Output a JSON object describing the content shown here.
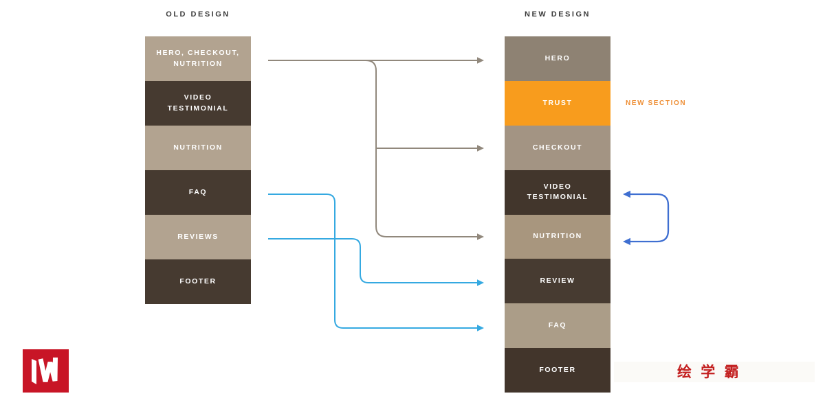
{
  "old_design": {
    "title": "OLD DESIGN",
    "blocks": [
      {
        "label": "HERO, CHECKOUT, NUTRITION",
        "bg": "#b2a390"
      },
      {
        "label": "VIDEO TESTIMONIAL",
        "bg": "#463a30"
      },
      {
        "label": "NUTRITION",
        "bg": "#b2a390"
      },
      {
        "label": "FAQ",
        "bg": "#463a30"
      },
      {
        "label": "REVIEWS",
        "bg": "#b2a390"
      },
      {
        "label": "FOOTER",
        "bg": "#463a30"
      }
    ]
  },
  "new_design": {
    "title": "NEW DESIGN",
    "annotation": "NEW SECTION",
    "blocks": [
      {
        "label": "HERO",
        "bg": "#8e8273"
      },
      {
        "label": "TRUST",
        "bg": "#f89c1d"
      },
      {
        "label": "CHECKOUT",
        "bg": "#a39483"
      },
      {
        "label": "VIDEO TESTIMONIAL",
        "bg": "#42362c"
      },
      {
        "label": "NUTRITION",
        "bg": "#a8967e"
      },
      {
        "label": "REVIEW",
        "bg": "#473b31"
      },
      {
        "label": "FAQ",
        "bg": "#ab9d88"
      },
      {
        "label": "FOOTER",
        "bg": "#42352b"
      }
    ]
  },
  "mappings": [
    {
      "from": "HERO, CHECKOUT, NUTRITION",
      "to": [
        "HERO",
        "CHECKOUT",
        "NUTRITION"
      ]
    },
    {
      "from": "FAQ",
      "to": [
        "FAQ"
      ]
    },
    {
      "from": "REVIEWS",
      "to": [
        "REVIEW"
      ]
    },
    {
      "swap_between": [
        "VIDEO TESTIMONIAL",
        "NUTRITION"
      ]
    }
  ],
  "colors": {
    "mapping_arrow": "#91887c",
    "light_blue_arrow": "#35a9e1",
    "dark_blue_arrow": "#3f6fd1",
    "new_section_accent": "#ee8d33",
    "trust_orange": "#f89c1d",
    "watermark_red": "#c32020",
    "logo_red": "#c81526"
  },
  "watermark": {
    "text": "绘 学 霸"
  }
}
